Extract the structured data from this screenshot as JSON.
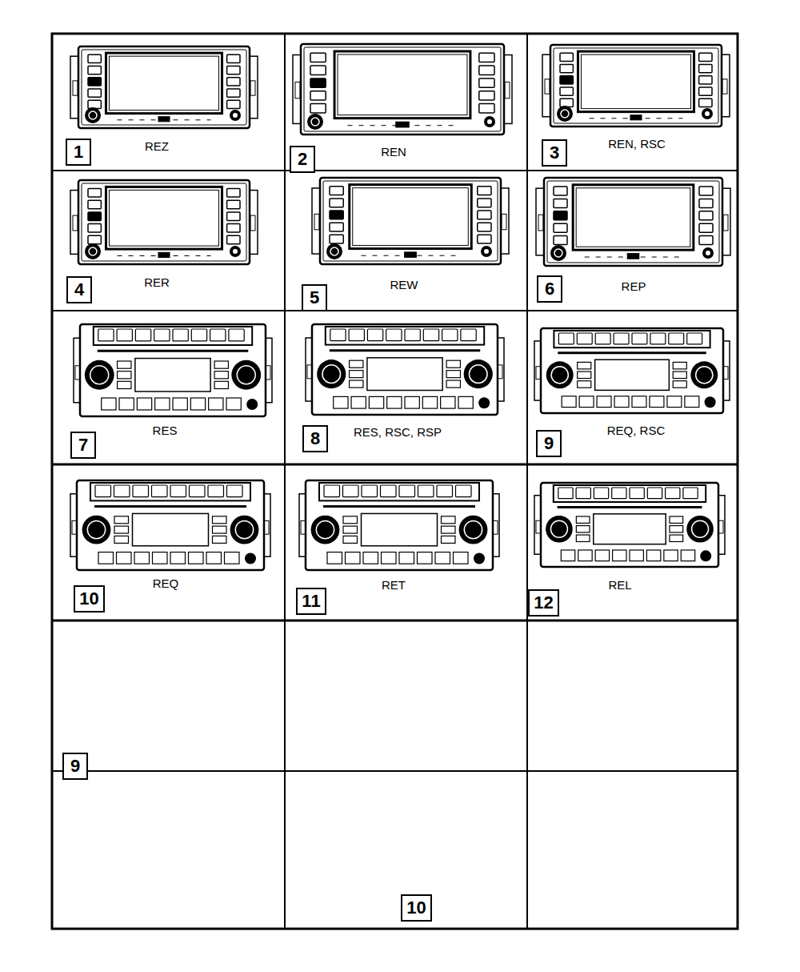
{
  "diagram": {
    "nodes": [
      {
        "text": [
          "1"
        ]
      },
      {
        "text": [
          "2"
        ]
      },
      {
        "text": [
          "3"
        ]
      },
      {
        "text": [
          "4"
        ]
      },
      {
        "text": [
          "5"
        ]
      },
      {
        "text": [
          "6"
        ]
      },
      {
        "text": [
          "7"
        ]
      },
      {
        "text": [
          "8"
        ]
      },
      {
        "text": [
          "9"
        ]
      },
      {
        "text": [
          "10"
        ]
      },
      {
        "text": [
          "11"
        ]
      },
      {
        "text": [
          "12"
        ]
      },
      {
        "text": [
          "9"
        ]
      },
      {
        "text": [
          "10"
        ]
      }
    ],
    "labels": [
      "REZ",
      "REN",
      "REN, RSC",
      "RER",
      "REW",
      "REP",
      "RES",
      "RES, RSC, RSP",
      "REQ, RSC",
      "REQ",
      "RET",
      "REL"
    ]
  }
}
